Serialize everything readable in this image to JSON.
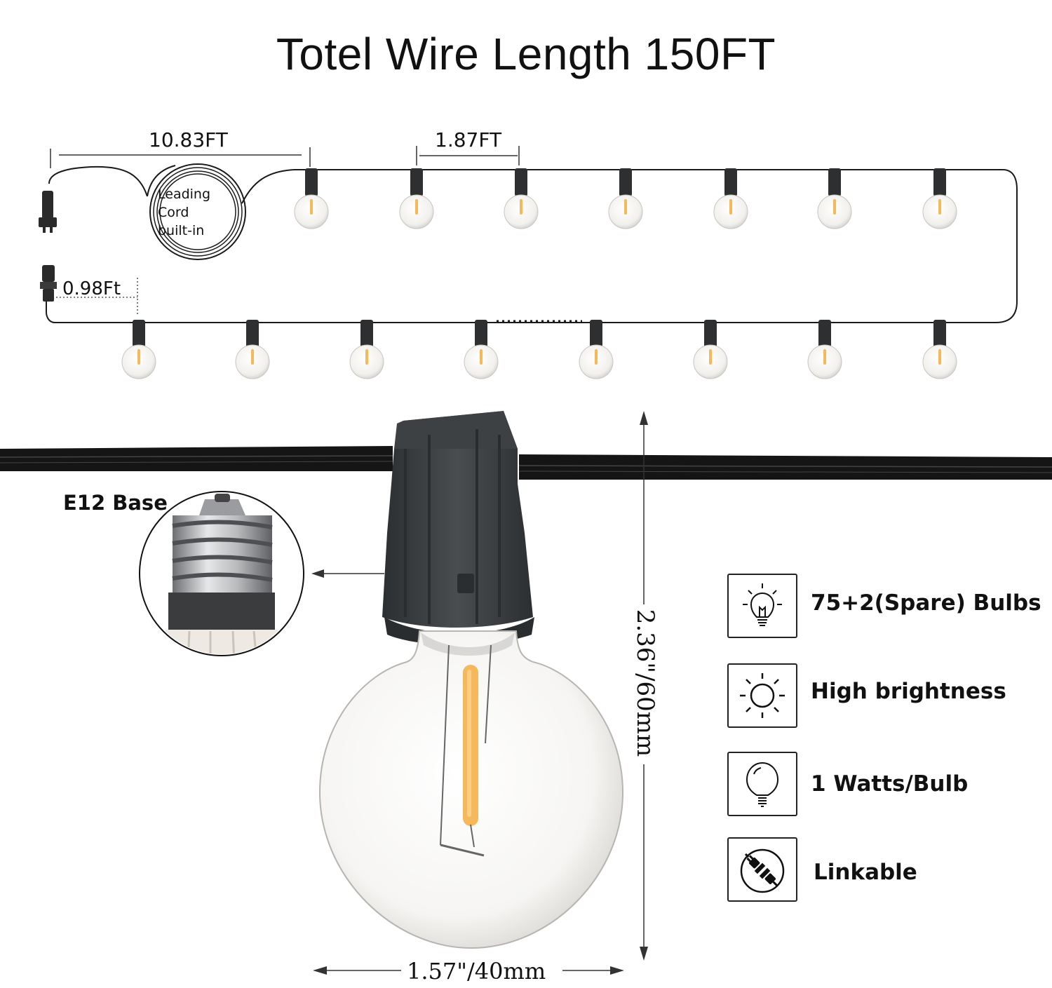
{
  "title": "Totel Wire Length 150FT",
  "dimensions": {
    "leading_cord": "10.83FT",
    "bulb_spacing": "1.87FT",
    "end_lead": "0.98Ft",
    "bulb_width": "1.57\"/40mm",
    "bulb_height": "2.36\"/60mm"
  },
  "cord_label": [
    "Leading",
    "Cord",
    "built-in"
  ],
  "base_label": "E12 Base",
  "features": [
    {
      "icon": "bulb-rays-icon",
      "label": "75+2(Spare) Bulbs"
    },
    {
      "icon": "sun-icon",
      "label": "High brightness"
    },
    {
      "icon": "globe-bulb-icon",
      "label": "1 Watts/Bulb"
    },
    {
      "icon": "plug-link-icon",
      "label": "Linkable"
    }
  ],
  "colors": {
    "socket": "#3a3d40",
    "cord": "#1a1a1a",
    "filament": "#f5b85a",
    "bulb_glass": "#f4f2ee"
  }
}
